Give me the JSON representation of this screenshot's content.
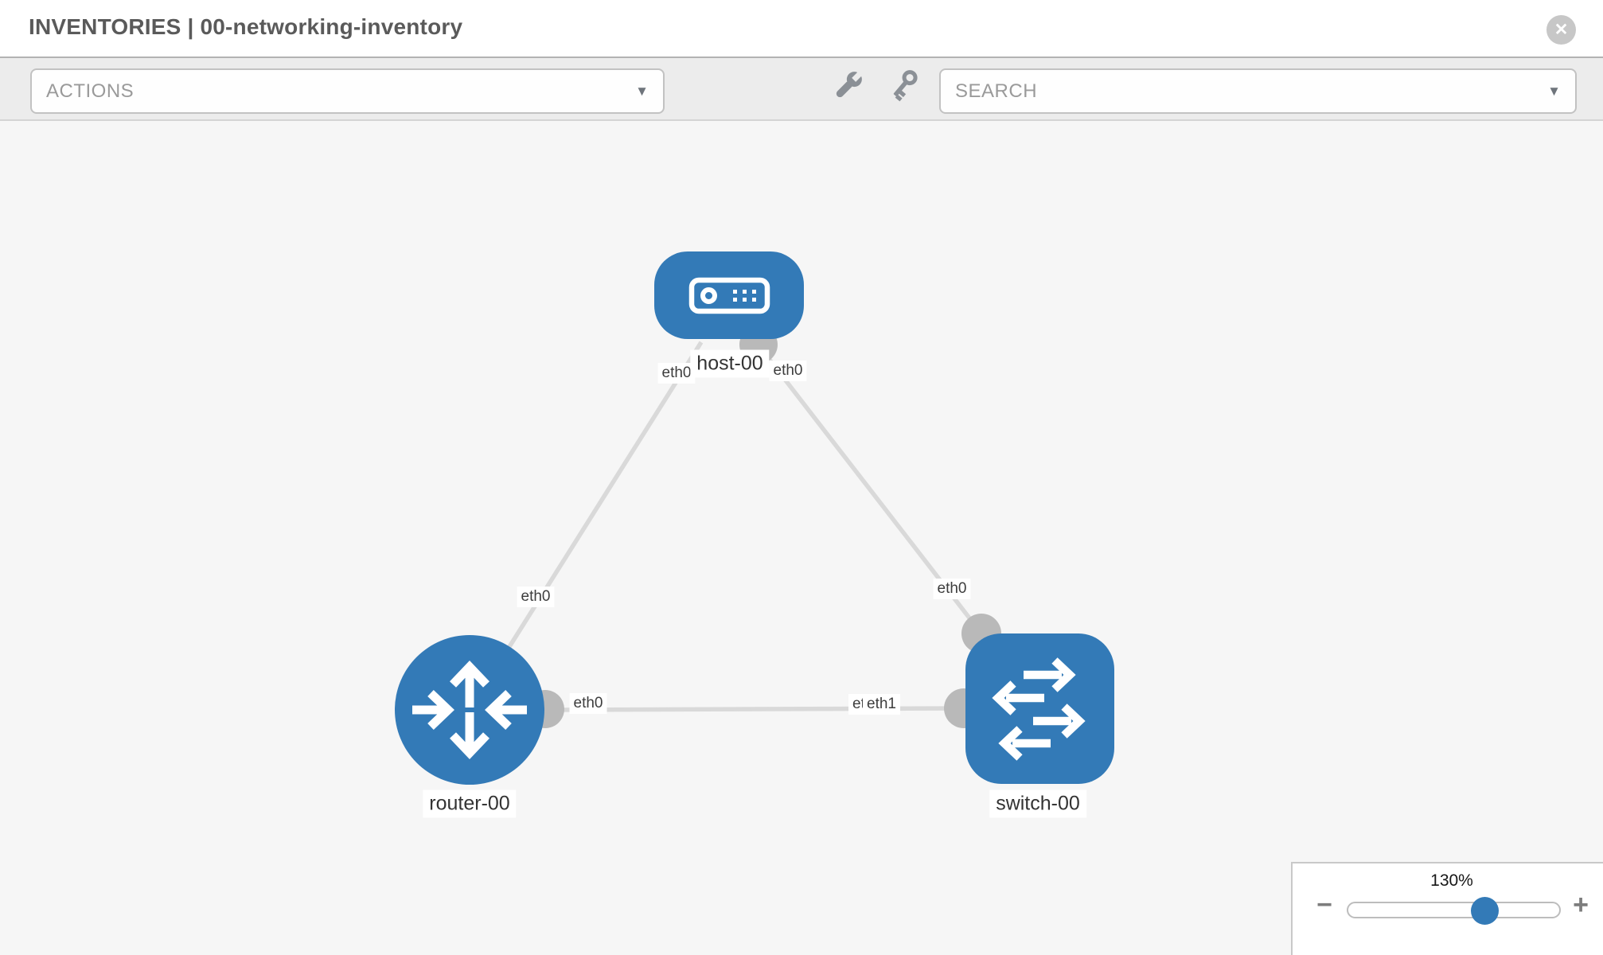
{
  "header": {
    "title": "INVENTORIES | 00-networking-inventory",
    "close_glyph": "✕"
  },
  "toolbar": {
    "actions_placeholder": "ACTIONS",
    "search_placeholder": "SEARCH",
    "caret_glyph": "▼"
  },
  "topology": {
    "nodes": [
      {
        "id": "host-00",
        "type": "host",
        "label": "host-00"
      },
      {
        "id": "router-00",
        "type": "router",
        "label": "router-00"
      },
      {
        "id": "switch-00",
        "type": "switch",
        "label": "switch-00"
      }
    ],
    "links": [
      {
        "from": "router-00",
        "to": "host-00",
        "from_interface": "eth0",
        "to_interface": "eth0"
      },
      {
        "from": "host-00",
        "to": "switch-00",
        "from_interface": "eth0",
        "to_interface": "eth0"
      },
      {
        "from": "router-00",
        "to": "switch-00",
        "from_interface": "eth0",
        "to_interface": "eth1"
      }
    ],
    "iface_labels": [
      "eth0",
      "eth0",
      "eth0",
      "eth0",
      "eth0",
      "eth0",
      "eth1"
    ]
  },
  "zoom_control": {
    "level": "130%",
    "minus_glyph": "−",
    "plus_glyph": "+"
  },
  "colors": {
    "node_blue": "#337ab7",
    "link_gray": "#d9d9d9",
    "interface_gray": "#b9b9b9",
    "canvas_bg": "#f6f6f6",
    "toolbar_bg": "#ececec"
  }
}
